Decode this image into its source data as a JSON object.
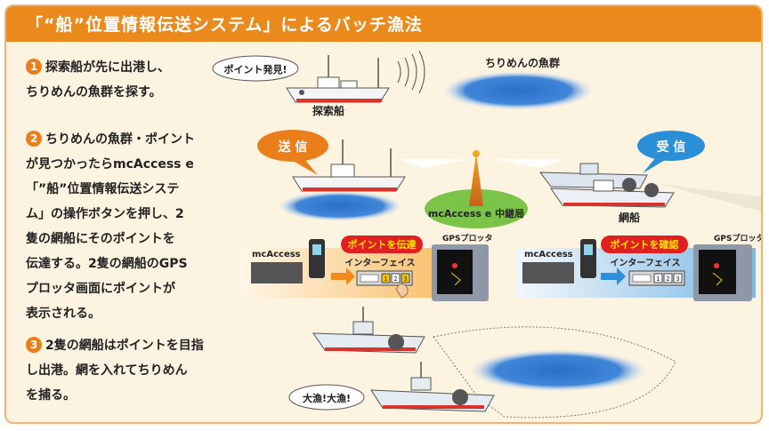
{
  "title": "「“船”位置情報伝送システム」によるバッチ漁法",
  "steps": [
    {
      "num": "1",
      "lines": [
        "探索船が先に出港し、",
        "ちりめんの魚群を探す。"
      ]
    },
    {
      "num": "2",
      "lines": [
        "ちりめんの魚群・ポイント",
        "が見つかったらmcAccess e",
        "「”船”位置情報伝送システ",
        "ム」の操作ボタンを押し、2",
        "隻の網船にそのポイントを",
        "伝達する。2隻の網船のGPS",
        "プロッタ画面にポイントが",
        "表示される。"
      ]
    },
    {
      "num": "3",
      "lines": [
        "2隻の網船はポイントを目指",
        "し出港。網を入れてちりめん",
        "を捕る。"
      ]
    }
  ],
  "labels": {
    "point_found": "ポイント発見!",
    "search_ship": "探索船",
    "fish_school": "ちりめんの魚群",
    "send": "送 信",
    "receive": "受 信",
    "relay": "mcAccess e 中継局",
    "net_ship": "網船",
    "left_device": "mcAccess",
    "left_banner": "ポイントを伝達",
    "left_interface": "インターフェイス",
    "left_gps": "GPSプロッタ",
    "right_device": "mcAccess",
    "right_banner": "ポイントを確認",
    "right_interface": "インターフェイス",
    "right_gps": "GPSプロッタ",
    "iface_keys": [
      "1",
      "2",
      "3"
    ],
    "catch": "大漁!大漁!"
  },
  "colors": {
    "accent": "#ea8a1c",
    "send_bubble": "#ea7e1a",
    "receive_bubble": "#2a8fd6",
    "banner": "#e02020",
    "fish_school": "#1f5fb8"
  }
}
